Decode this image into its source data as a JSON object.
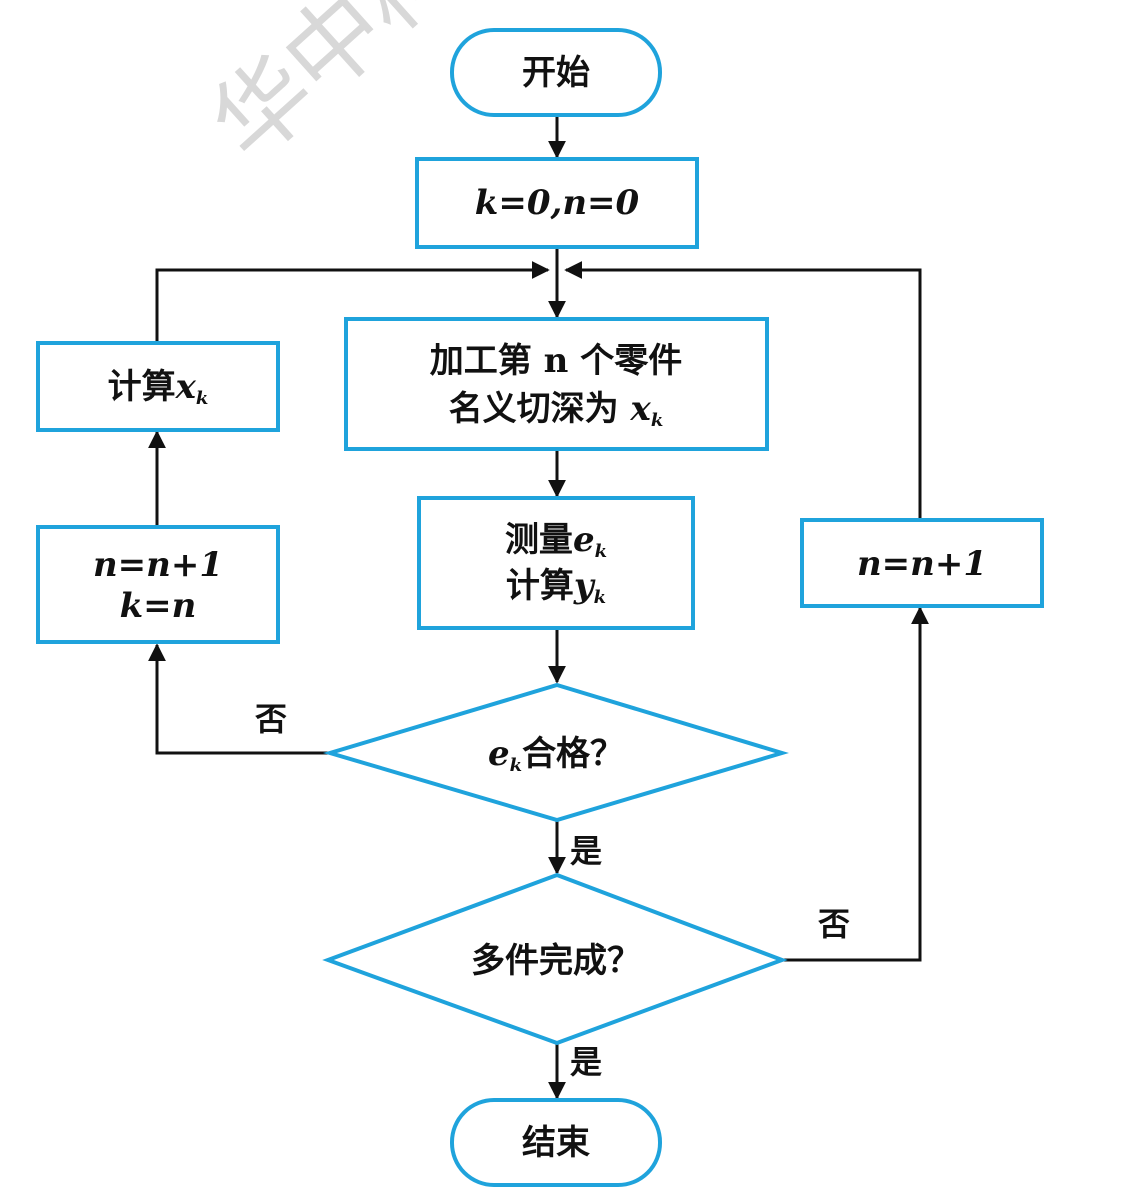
{
  "watermark": "华中科",
  "nodes": {
    "start": {
      "label": "开始"
    },
    "init": {
      "label": "k=0,n=0"
    },
    "process": {
      "line1": "加工第 n 个零件",
      "line2_text": "名义切深为 ",
      "line2_var": "x",
      "line2_sub": "k"
    },
    "calc_x": {
      "text": "计算",
      "var": "x",
      "sub": "k"
    },
    "inc_left": {
      "line1": "n=n+1",
      "line2": "k=n"
    },
    "measure": {
      "line1_text": "测量",
      "line1_var": "e",
      "line1_sub": "k",
      "line2_text": "计算",
      "line2_var": "y",
      "line2_sub": "k"
    },
    "check_e": {
      "var": "e",
      "sub": "k",
      "text": "合格？"
    },
    "check_multi": {
      "label": "多件完成？"
    },
    "inc_right": {
      "label": "n=n+1"
    },
    "end": {
      "label": "结束"
    }
  },
  "edges": {
    "check_e_no": "否",
    "check_e_yes": "是",
    "check_multi_no": "否",
    "check_multi_yes": "是"
  },
  "colors": {
    "box_stroke": "#1fa3dc",
    "line": "#111111",
    "text": "#111111"
  }
}
